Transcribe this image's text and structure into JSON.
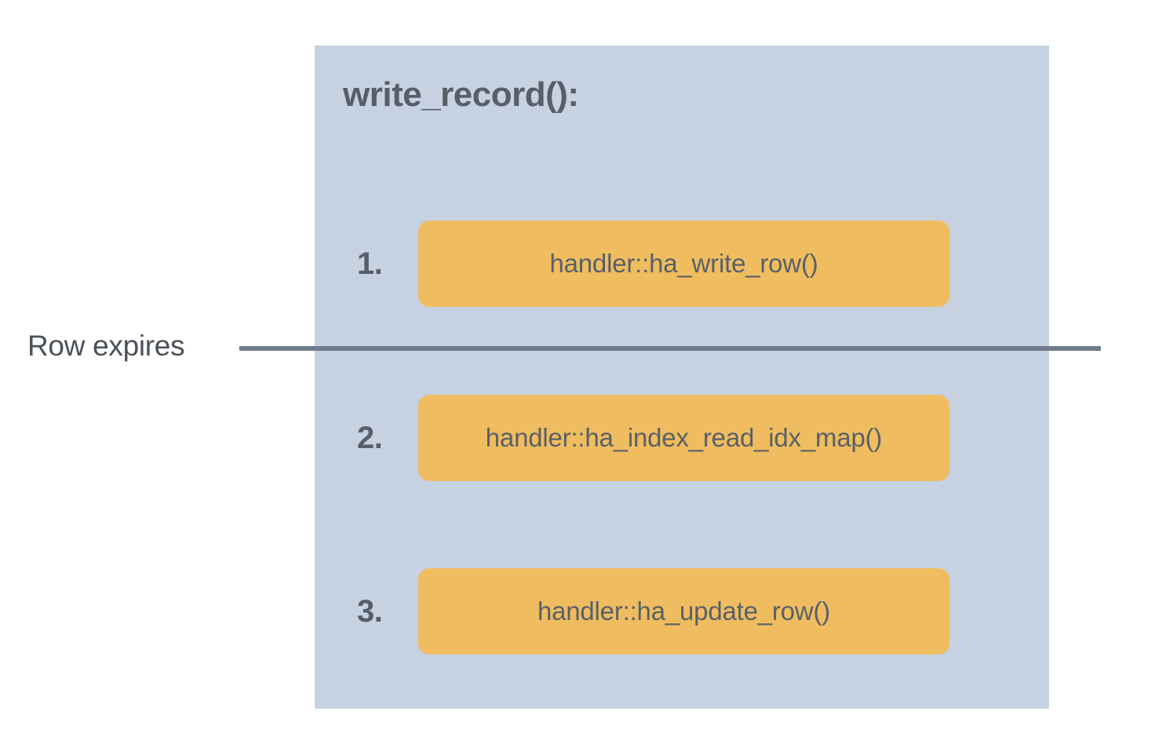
{
  "diagram": {
    "panel": {
      "title": "write_record():",
      "background_color": "#c6d1e1"
    },
    "steps": [
      {
        "number": "1.",
        "label": "handler::ha_write_row()"
      },
      {
        "number": "2.",
        "label": "handler::ha_index_read_idx_map()"
      },
      {
        "number": "3.",
        "label": "handler::ha_update_row()"
      }
    ],
    "annotation": {
      "label": "Row expires",
      "line_color": "#6f7c8e"
    },
    "colors": {
      "box_fill": "#efbd5f",
      "panel_fill": "#c6d1e1",
      "text_dark": "#575e68",
      "text_box": "#5a6068",
      "annotation_text": "#4a5159",
      "page_background": "#ffffff"
    }
  }
}
